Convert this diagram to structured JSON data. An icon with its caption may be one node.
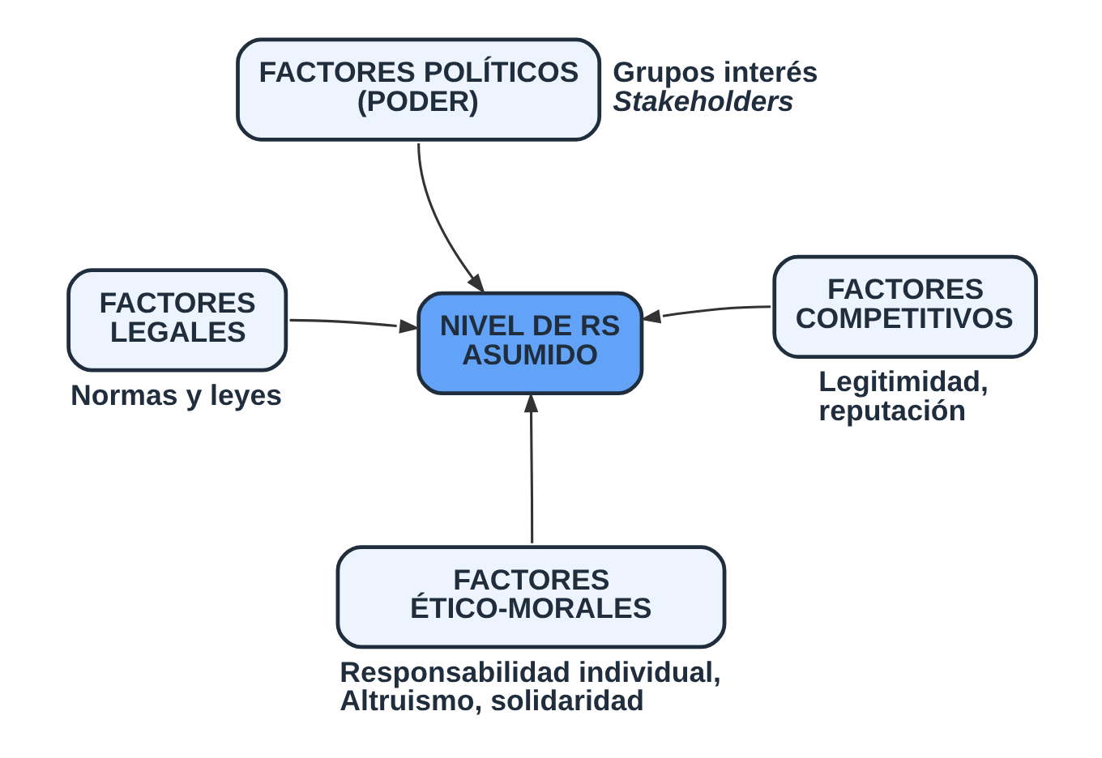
{
  "diagram": {
    "nodes": [
      {
        "text": [
          "FACTORES POLÍTICOS (PODER)"
        ],
        "beside": [
          "Grupos interés",
          "Stakeholders"
        ]
      },
      {
        "text": [
          "NIVEL DE RS ASUMIDO"
        ]
      },
      {
        "text": [
          "FACTORES LEGALES"
        ],
        "beside": [
          "Normas y leyes"
        ]
      },
      {
        "text": [
          "FACTORES COMPETITIVOS"
        ],
        "beside": [
          "Legitimidad, reputación"
        ]
      },
      {
        "text": [
          "FACTORES ÉTICO-MORALES"
        ],
        "beside": [
          "Responsabilidad individual, Altruismo, solidaridad"
        ]
      }
    ],
    "edges": [
      {
        "from": 0,
        "to": 1,
        "arrow": "to"
      },
      {
        "from": 2,
        "to": 1,
        "arrow": "to"
      },
      {
        "from": 3,
        "to": 1,
        "arrow": "to"
      },
      {
        "from": 4,
        "to": 1,
        "arrow": "to"
      }
    ]
  }
}
